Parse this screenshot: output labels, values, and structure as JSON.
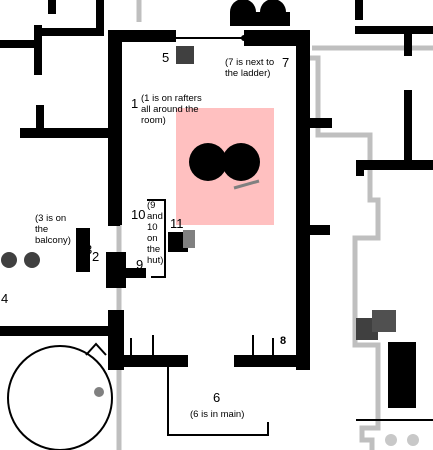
{
  "markers": [
    {
      "id": "1",
      "label": "1"
    },
    {
      "id": "2",
      "label": "2"
    },
    {
      "id": "3",
      "label": "3"
    },
    {
      "id": "4",
      "label": "4"
    },
    {
      "id": "5",
      "label": "5"
    },
    {
      "id": "6",
      "label": "6"
    },
    {
      "id": "7",
      "label": "7"
    },
    {
      "id": "8",
      "label": "8"
    },
    {
      "id": "9",
      "label": "9"
    },
    {
      "id": "10",
      "label": "10"
    },
    {
      "id": "11",
      "label": "11"
    }
  ],
  "notes": {
    "note_1_lines": [
      "(1 is on rafters",
      "all around the",
      "room)"
    ],
    "note_3_lines": [
      "(3 is on",
      "the",
      "balcony)"
    ],
    "note_6": "(6 is in main)",
    "note_7_lines": [
      "(7 is next to",
      "the ladder)"
    ],
    "note_9_10_lines": [
      "(9",
      "and",
      "10",
      "on",
      "the",
      "hut)"
    ]
  },
  "colors": {
    "wall": "#000000",
    "outer_path": "#bfbfbf",
    "highlight_zone": "#ffc0c0",
    "crate_dark": "#404040",
    "crate_mid": "#606060",
    "dot_grey": "#808080",
    "light_dot": "#c8c8c8"
  }
}
